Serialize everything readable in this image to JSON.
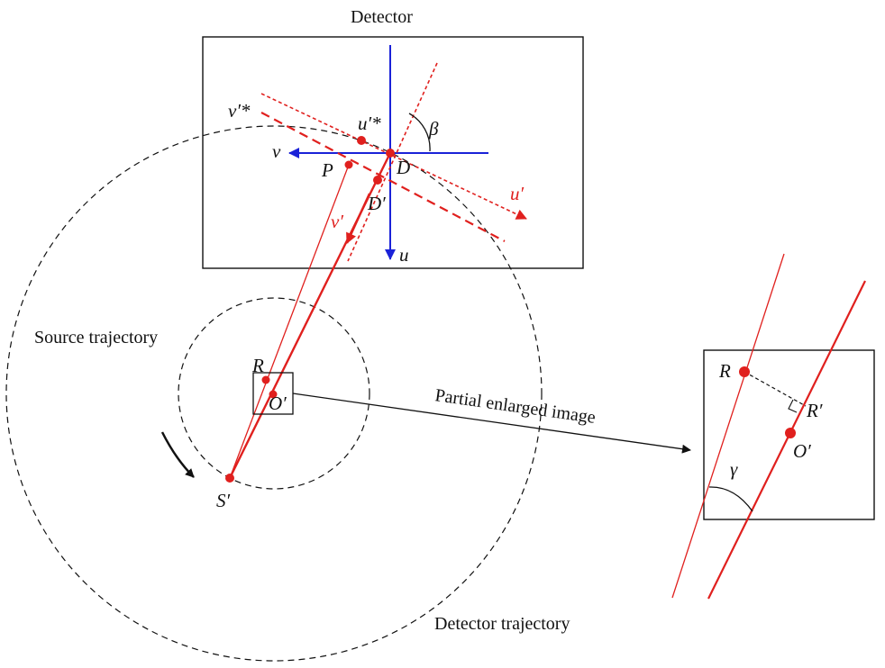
{
  "colors": {
    "red": "#e0201e",
    "blue": "#1a22d8",
    "black": "#111111"
  },
  "labels": {
    "detector": "Detector",
    "source_trajectory": "Source trajectory",
    "detector_trajectory": "Detector trajectory",
    "partial_enlarged_image": "Partial enlarged image"
  },
  "symbols": {
    "v_prime_star": "v′*",
    "u_prime_star": "u′*",
    "beta": "β",
    "v": "v",
    "P": "P",
    "D": "D",
    "D_prime": "D′",
    "u_prime": "u′",
    "v_prime": "v′",
    "u": "u",
    "R": "R",
    "O_prime": "O′",
    "S_prime": "S′",
    "R_big": "R",
    "R_prime": "R′",
    "O_prime_big": "O′",
    "gamma": "γ"
  }
}
